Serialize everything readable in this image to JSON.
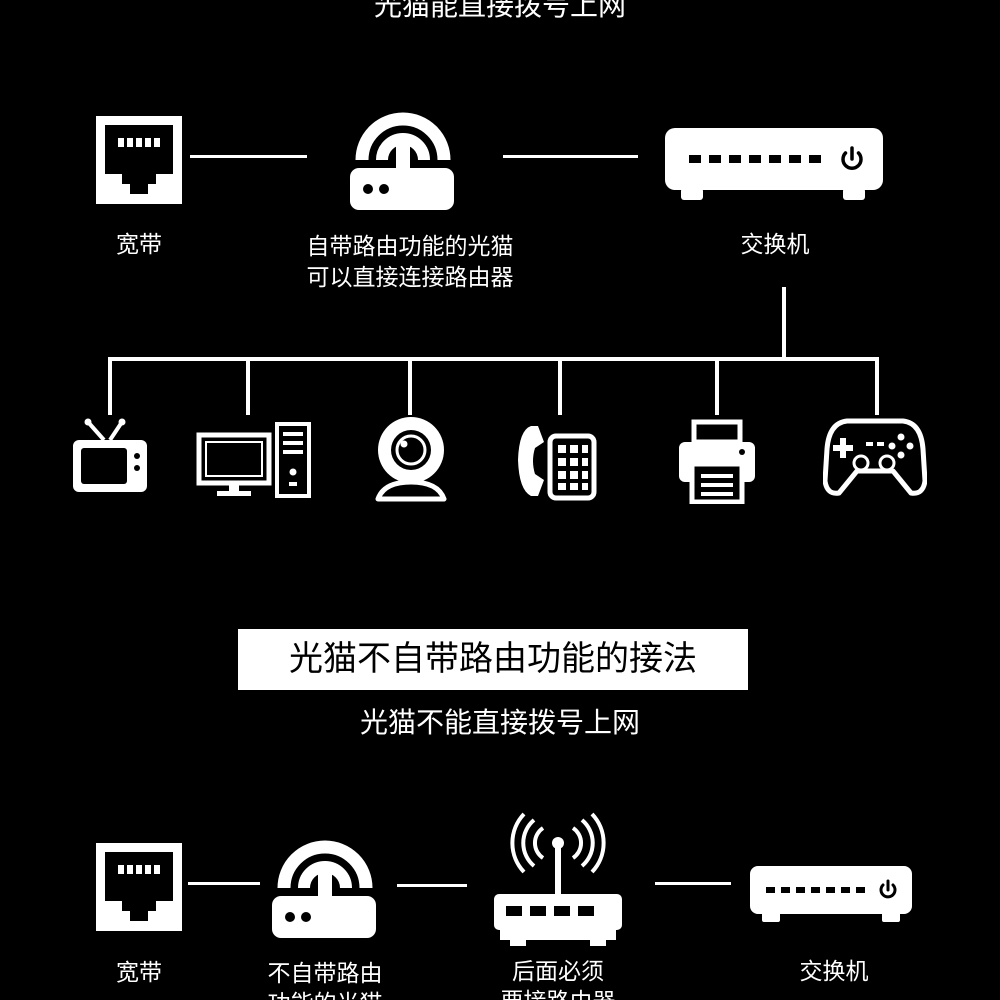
{
  "section1": {
    "subtitle": "光猫能直接拨号上网",
    "broadband_label": "宽带",
    "modem_label_line1": "自带路由功能的光猫",
    "modem_label_line2": "可以直接连接路由器",
    "switch_label": "交换机",
    "devices": [
      {
        "icon": "tv-icon"
      },
      {
        "icon": "desktop-computer-icon"
      },
      {
        "icon": "webcam-icon"
      },
      {
        "icon": "telephone-icon"
      },
      {
        "icon": "printer-icon"
      },
      {
        "icon": "gamepad-icon"
      }
    ]
  },
  "section2": {
    "title": "光猫不自带路由功能的接法",
    "subtitle": "光猫不能直接拨号上网",
    "broadband_label": "宽带",
    "modem_label_line1": "不自带路由",
    "modem_label_line2": "功能的光猫",
    "router_label_line1": "后面必须",
    "router_label_line2": "要接路由器",
    "switch_label": "交换机"
  },
  "colors": {
    "background": "#000000",
    "foreground": "#ffffff"
  }
}
